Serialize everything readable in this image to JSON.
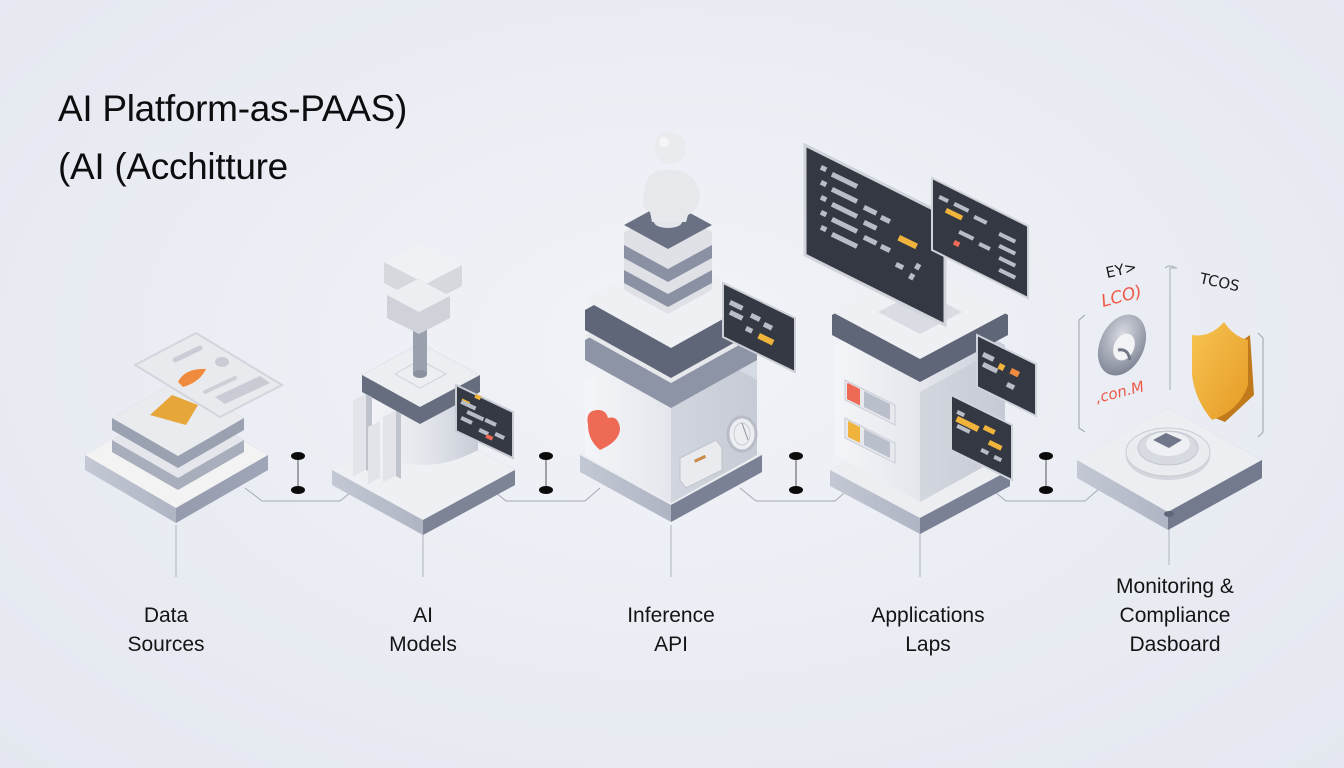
{
  "diagram": {
    "title_line1": "AI Platform-as-PAAS)",
    "title_line2": "(AI (Acchitture",
    "colors": {
      "background": "#e9ecf3",
      "platform_light": "#f2f3f6",
      "platform_side": "#9aa1b3",
      "platform_dark": "#5f6678",
      "screen_dark": "#363a46",
      "accent_orange": "#f0b43c",
      "accent_red": "#ef6a57",
      "connector": "#9aa0ad",
      "text": "#141414"
    },
    "nodes": [
      {
        "id": "data-sources",
        "label_line1": "Data",
        "label_line2": "Sources",
        "label_line3": "",
        "icon": "stacked-layers-with-card-icon"
      },
      {
        "id": "ai-models",
        "label_line1": "AI",
        "label_line2": "Models",
        "label_line3": "",
        "icon": "model-pedestal-icon"
      },
      {
        "id": "inference-api",
        "label_line1": "Inference",
        "label_line2": "API",
        "label_line3": "",
        "icon": "server-tower-with-figure-icon"
      },
      {
        "id": "applications",
        "label_line1": "Applications",
        "label_line2": "Laps",
        "label_line3": "",
        "icon": "app-server-with-monitors-icon"
      },
      {
        "id": "monitoring",
        "label_line1": "Monitoring &",
        "label_line2": "Compliance",
        "label_line3": "Dasboard",
        "icon": "monitoring-base-icon"
      }
    ],
    "connectors": [
      {
        "from": "data-sources",
        "to": "ai-models"
      },
      {
        "from": "ai-models",
        "to": "inference-api"
      },
      {
        "from": "inference-api",
        "to": "applications"
      },
      {
        "from": "applications",
        "to": "monitoring"
      }
    ],
    "monitoring_annotations": {
      "top_left": "EY>",
      "red_top": "LCO)",
      "red_bottom": ",con.M",
      "top_right": "TCOS"
    }
  }
}
